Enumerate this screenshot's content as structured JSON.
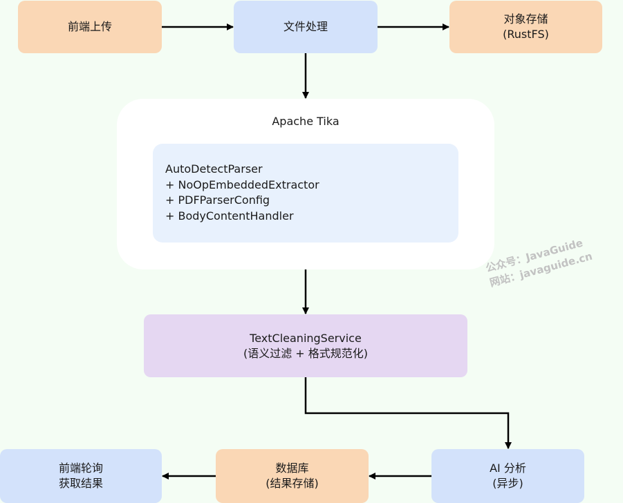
{
  "nodes": {
    "upload": {
      "lines": [
        "前端上传"
      ]
    },
    "process": {
      "lines": [
        "文件处理"
      ]
    },
    "storage": {
      "lines": [
        "对象存储",
        "(RustFS)"
      ]
    },
    "cleaning": {
      "lines": [
        "TextCleaningService",
        "(语义过滤 + 格式规范化)"
      ]
    },
    "ai": {
      "lines": [
        "AI 分析",
        "(异步)"
      ]
    },
    "db": {
      "lines": [
        "数据库",
        "(结果存储)"
      ]
    },
    "poll": {
      "lines": [
        "前端轮询",
        "获取结果"
      ]
    }
  },
  "tika": {
    "title": "Apache Tika",
    "lines": [
      "AutoDetectParser",
      "+ NoOpEmbeddedExtractor",
      "+ PDFParserConfig",
      "+ BodyContentHandler"
    ]
  },
  "watermark": {
    "line1": "公众号：JavaGuide",
    "line2": "网站：javaguide.cn"
  },
  "colors": {
    "orange": "#fad7b5",
    "blue": "#d3e2fb",
    "purple": "#e5d7f2",
    "inner_blue": "#e8f1fd",
    "background": "#f4fdf4",
    "arrow": "#000000"
  }
}
